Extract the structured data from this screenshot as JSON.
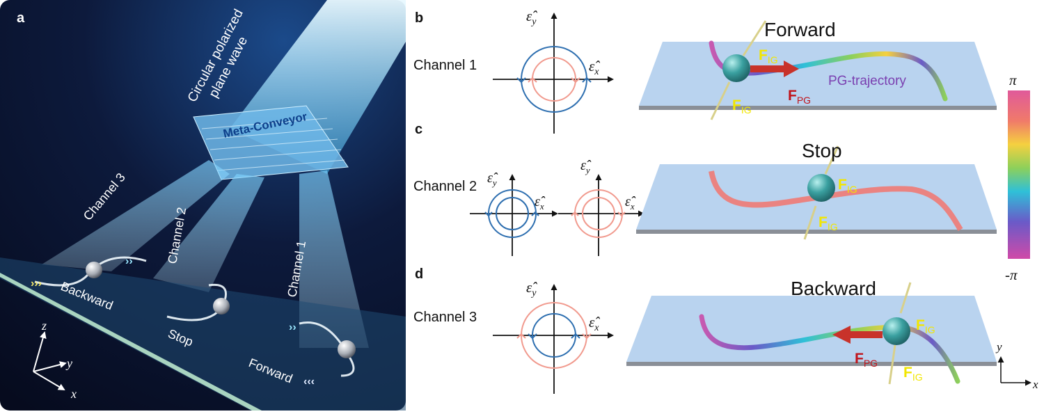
{
  "panel_labels": {
    "a": "a",
    "b": "b",
    "c": "c",
    "d": "d"
  },
  "panel_a": {
    "plane_wave_line1": "Circular polarized",
    "plane_wave_line2": "plane wave",
    "device": "Meta-Conveyor",
    "channel_3": "Channel 3",
    "channel_2": "Channel 2",
    "channel_1": "Channel 1",
    "backward": "Backward",
    "stop": "Stop",
    "forward": "Forward",
    "axis_z": "z",
    "axis_y": "y",
    "axis_x": "x"
  },
  "panel_b": {
    "channel": "Channel 1",
    "axis_y": "ε̂",
    "axis_y_sub": "y",
    "axis_x": "ε̂",
    "axis_x_sub": "x",
    "title": "Forward",
    "fig_label": "F",
    "fig_sub": "IG",
    "fpg_label": "F",
    "fpg_sub": "PG",
    "trajectory": "PG-trajectory"
  },
  "panel_c": {
    "channel": "Channel 2",
    "axis_y": "ε̂",
    "axis_y_sub": "y",
    "axis_x": "ε̂",
    "axis_x_sub": "x",
    "title": "Stop",
    "fig_label": "F",
    "fig_sub": "IG"
  },
  "panel_d": {
    "channel": "Channel 3",
    "axis_y": "ε̂",
    "axis_y_sub": "y",
    "axis_x": "ε̂",
    "axis_x_sub": "x",
    "title": "Backward",
    "fig_label": "F",
    "fig_sub": "IG",
    "fpg_label": "F",
    "fpg_sub": "PG",
    "coord_y": "y",
    "coord_x": "x"
  },
  "colorbar": {
    "top": "π",
    "bottom": "-π"
  },
  "colors": {
    "blue_circle": "#2e6fb0",
    "pink_circle": "#f19a8e",
    "plane": "#b9d3ef",
    "fig_text": "#f2e600",
    "fpg_text": "#c0141b",
    "trajectory_text": "#7a3fb0"
  }
}
